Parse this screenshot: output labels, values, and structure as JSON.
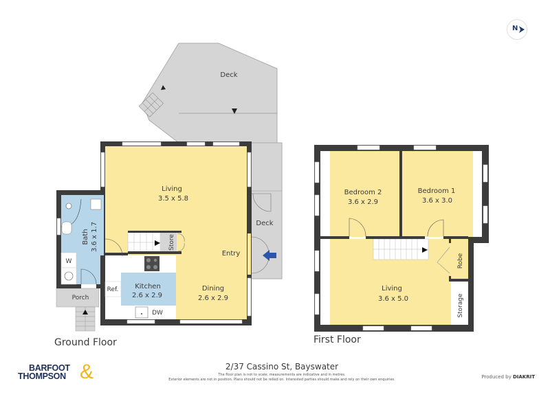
{
  "colors": {
    "wall": "#3c3c3c",
    "room_yellow": "#fbe9a0",
    "room_blue": "#b8d6ea",
    "deck_gray": "#d5d5d5",
    "window": "#ffffff",
    "entry_arrow": "#2a56b0",
    "brand_navy": "#1c2f5c",
    "brand_gold": "#f2b61b"
  },
  "compass": {
    "label": "N",
    "icon": "north-arrow-icon"
  },
  "ground_floor": {
    "title": "Ground Floor",
    "rooms": {
      "deck_top": {
        "name": "Deck"
      },
      "deck_side": {
        "name": "Deck"
      },
      "living": {
        "name": "Living",
        "dims": "3.5 x 5.8"
      },
      "bath": {
        "name": "Bath",
        "dims": "3.6 x 1.7"
      },
      "kitchen": {
        "name": "Kitchen",
        "dims": "2.6 x 2.9"
      },
      "dining": {
        "name": "Dining",
        "dims": "2.6 x 2.9"
      },
      "entry": {
        "name": "Entry"
      },
      "store": {
        "name": "Store"
      },
      "porch": {
        "name": "Porch"
      },
      "ref": {
        "name": "Ref."
      },
      "dw": {
        "name": "DW"
      },
      "w": {
        "name": "W"
      }
    }
  },
  "first_floor": {
    "title": "First Floor",
    "rooms": {
      "bedroom2": {
        "name": "Bedroom 2",
        "dims": "3.6 x 2.9"
      },
      "bedroom1": {
        "name": "Bedroom 1",
        "dims": "3.6 x 3.0"
      },
      "living": {
        "name": "Living",
        "dims": "3.6 x 5.0"
      },
      "robe": {
        "name": "Robe"
      },
      "storage": {
        "name": "Storage"
      }
    }
  },
  "footer": {
    "brand_line1": "BARFOOT",
    "brand_line2": "THOMPSON",
    "brand_amp": "&",
    "address": "2/37 Cassino St, Bayswater",
    "disclaimer_line1": "The floor plan is not to scale; measurements are indicative and in metres.",
    "disclaimer_line2": "Exterior elements are not in position. Plans should not be relied on. Interested parties should make and rely on their own enquiries.",
    "produced_by_prefix": "Produced by",
    "produced_by_brand": "DIAKRIT"
  }
}
